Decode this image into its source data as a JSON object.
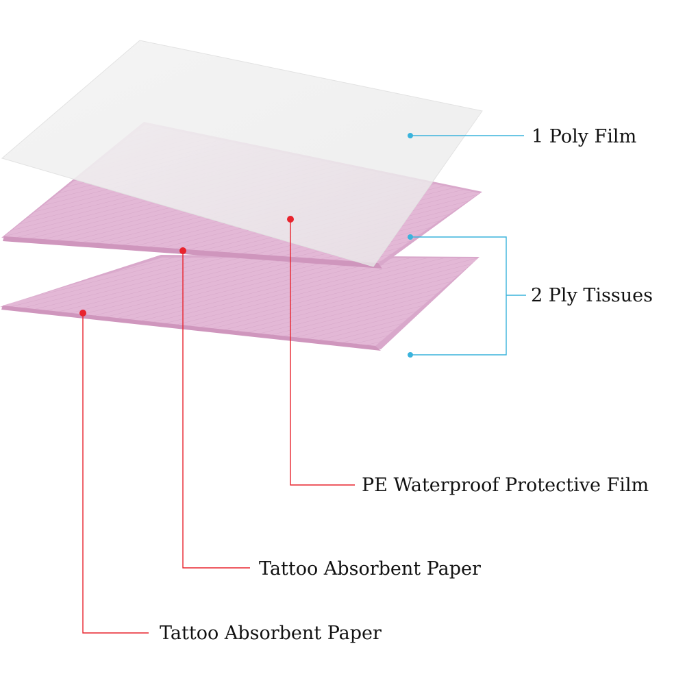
{
  "labels": {
    "poly_film": "1 Poly Film",
    "ply_tissues": "2 Ply Tissues",
    "pe_film": "PE Waterproof Protective Film",
    "absorbent_paper_1": "Tattoo Absorbent Paper",
    "absorbent_paper_2": "Tattoo Absorbent Paper"
  },
  "colors": {
    "background": "#ffffff",
    "pink_sheet": "#e3b8d6",
    "pink_sheet_edge": "#d09cc1",
    "film_sheet": "#f1f1f1",
    "blue_leader": "#3ab3dc",
    "red_leader": "#e8232d"
  }
}
